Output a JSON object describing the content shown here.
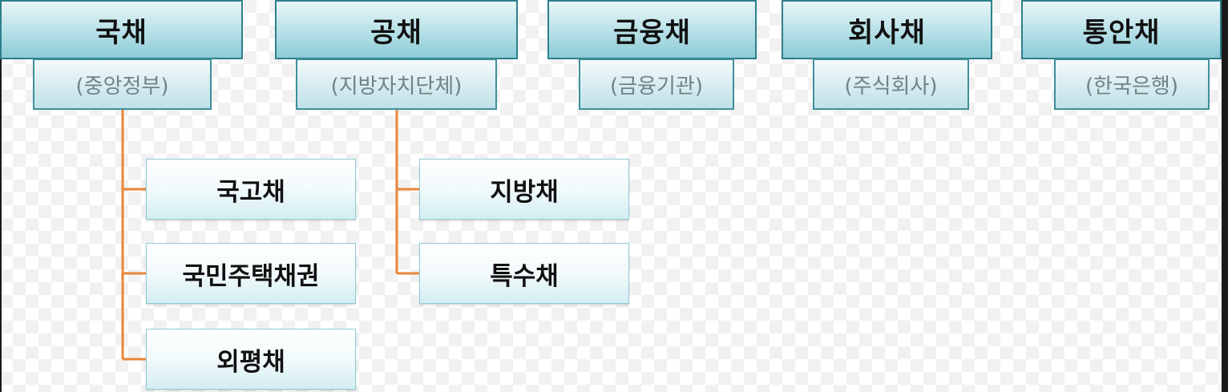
{
  "columns": [
    {
      "title": "국채",
      "subtitle": "(중앙정부)",
      "children": [
        "국고채",
        "국민주택채권",
        "외평채"
      ]
    },
    {
      "title": "공채",
      "subtitle": "(지방자치단체)",
      "children": [
        "지방채",
        "특수채"
      ]
    },
    {
      "title": "금융채",
      "subtitle": "(금융기관)",
      "children": []
    },
    {
      "title": "회사채",
      "subtitle": "(주식회사)",
      "children": []
    },
    {
      "title": "통안채",
      "subtitle": "(한국은행)",
      "children": []
    }
  ],
  "colors": {
    "header_border": "#2e7f8c",
    "connector": "#e8863a",
    "subtitle_text": "#6f8388"
  }
}
